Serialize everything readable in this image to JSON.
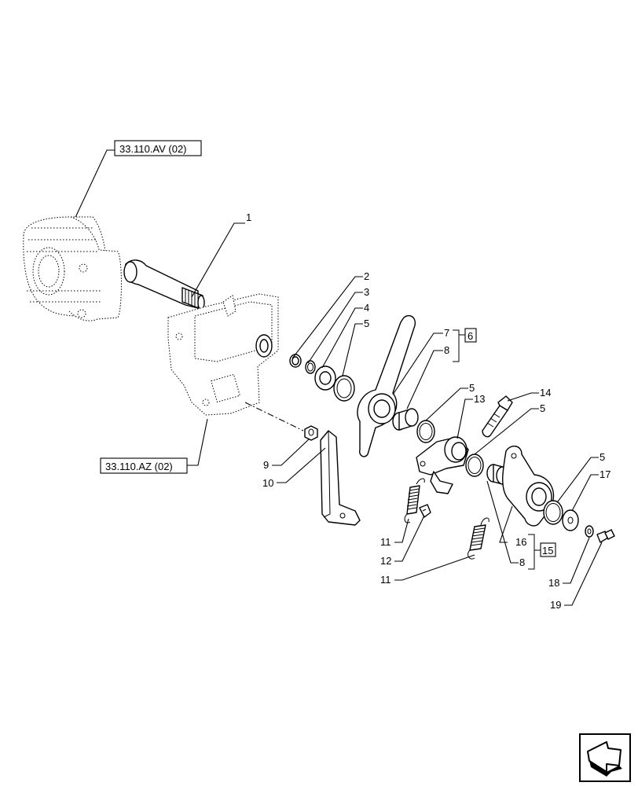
{
  "references": {
    "upper": "33.110.AV (02)",
    "lower": "33.110.AZ (02)"
  },
  "callouts": {
    "c1": "1",
    "c2": "2",
    "c3": "3",
    "c4": "4",
    "c5a": "5",
    "c5b": "5",
    "c5c": "5",
    "c5d": "5",
    "c6": "6",
    "c7": "7",
    "c8a": "8",
    "c8b": "8",
    "c9": "9",
    "c10": "10",
    "c11a": "11",
    "c11b": "11",
    "c12": "12",
    "c13": "13",
    "c14": "14",
    "c15": "15",
    "c16": "16",
    "c17": "17",
    "c18": "18",
    "c19": "19"
  },
  "icons": {
    "navigation": "next-page-arrow-icon"
  }
}
